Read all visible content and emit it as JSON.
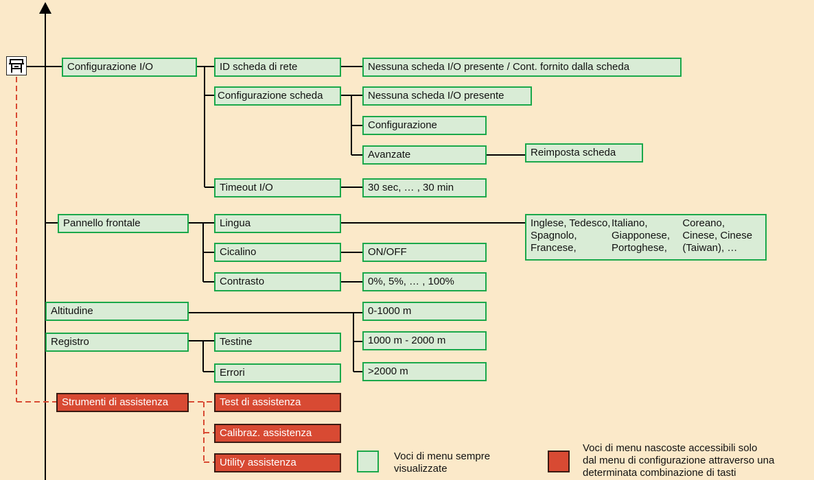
{
  "colors": {
    "background": "#fbe9c9",
    "visible_fill": "#d9ecd6",
    "visible_border": "#1aa84a",
    "hidden_fill": "#d84a33",
    "line": "#000000",
    "hidden_line": "#d84a33"
  },
  "icon": "printer-icon",
  "menu": {
    "config_io": "Configurazione I/O",
    "id_scheda": "ID scheda di rete",
    "id_scheda_value": "Nessuna scheda I/O presente / Cont. fornito dalla scheda",
    "config_scheda": "Configurazione scheda",
    "config_scheda_value": "Nessuna scheda I/O presente",
    "configurazione": "Configurazione",
    "avanzate": "Avanzate",
    "reimposta": "Reimposta scheda",
    "timeout": "Timeout I/O",
    "timeout_value": "30 sec, … , 30 min",
    "pannello": "Pannello frontale",
    "lingua": "Lingua",
    "lingua_values": [
      "Inglese, Tedesco, Spagnolo, Francese,",
      "Italiano, Giapponese, Portoghese,",
      "Coreano, Cinese, Cinese (Taiwan), …"
    ],
    "cicalino": "Cicalino",
    "cicalino_value": "ON/OFF",
    "contrasto": "Contrasto",
    "contrasto_value": "0%, 5%, … , 100%",
    "altitudine": "Altitudine",
    "alt_1": "0-1000 m",
    "alt_2": "1000 m - 2000 m",
    "alt_3": ">2000 m",
    "registro": "Registro",
    "testine": "Testine",
    "errori": "Errori",
    "strumenti": "Strumenti di assistenza",
    "test_assistenza": "Test di assistenza",
    "calibraz": "Calibraz. assistenza",
    "utility": "Utility assistenza"
  },
  "legend": {
    "visible_text": [
      "Voci di menu sempre",
      "visualizzate"
    ],
    "hidden_text": [
      "Voci di menu nascoste accessibili solo",
      "dal menu di configurazione attraverso una",
      "determinata combinazione di tasti"
    ]
  }
}
